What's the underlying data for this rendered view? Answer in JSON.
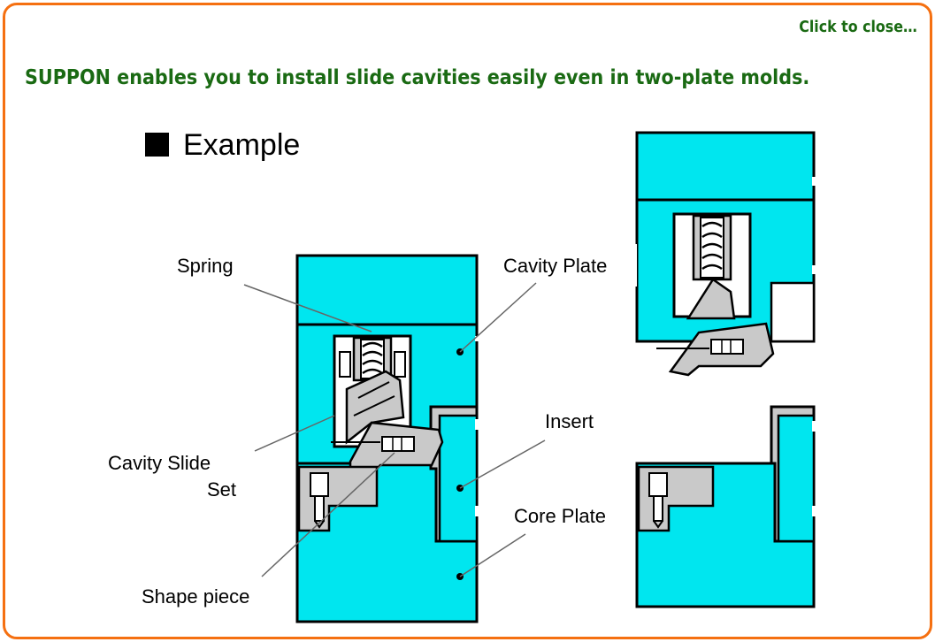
{
  "header": {
    "close_label": "Click to close…",
    "headline": "SUPPON enables you to install slide cavities easily even in two-plate molds."
  },
  "figure": {
    "section_title": "Example",
    "labels": {
      "spring": "Spring",
      "cavity_plate": "Cavity Plate",
      "insert": "Insert",
      "core_plate": "Core Plate",
      "cavity_slide_line1": "Cavity Slide",
      "cavity_slide_line2": "Set",
      "shape_piece": "Shape piece"
    },
    "colors": {
      "plate": "#00e6ef",
      "part": "#c9c9c9",
      "outline": "#000000"
    }
  }
}
